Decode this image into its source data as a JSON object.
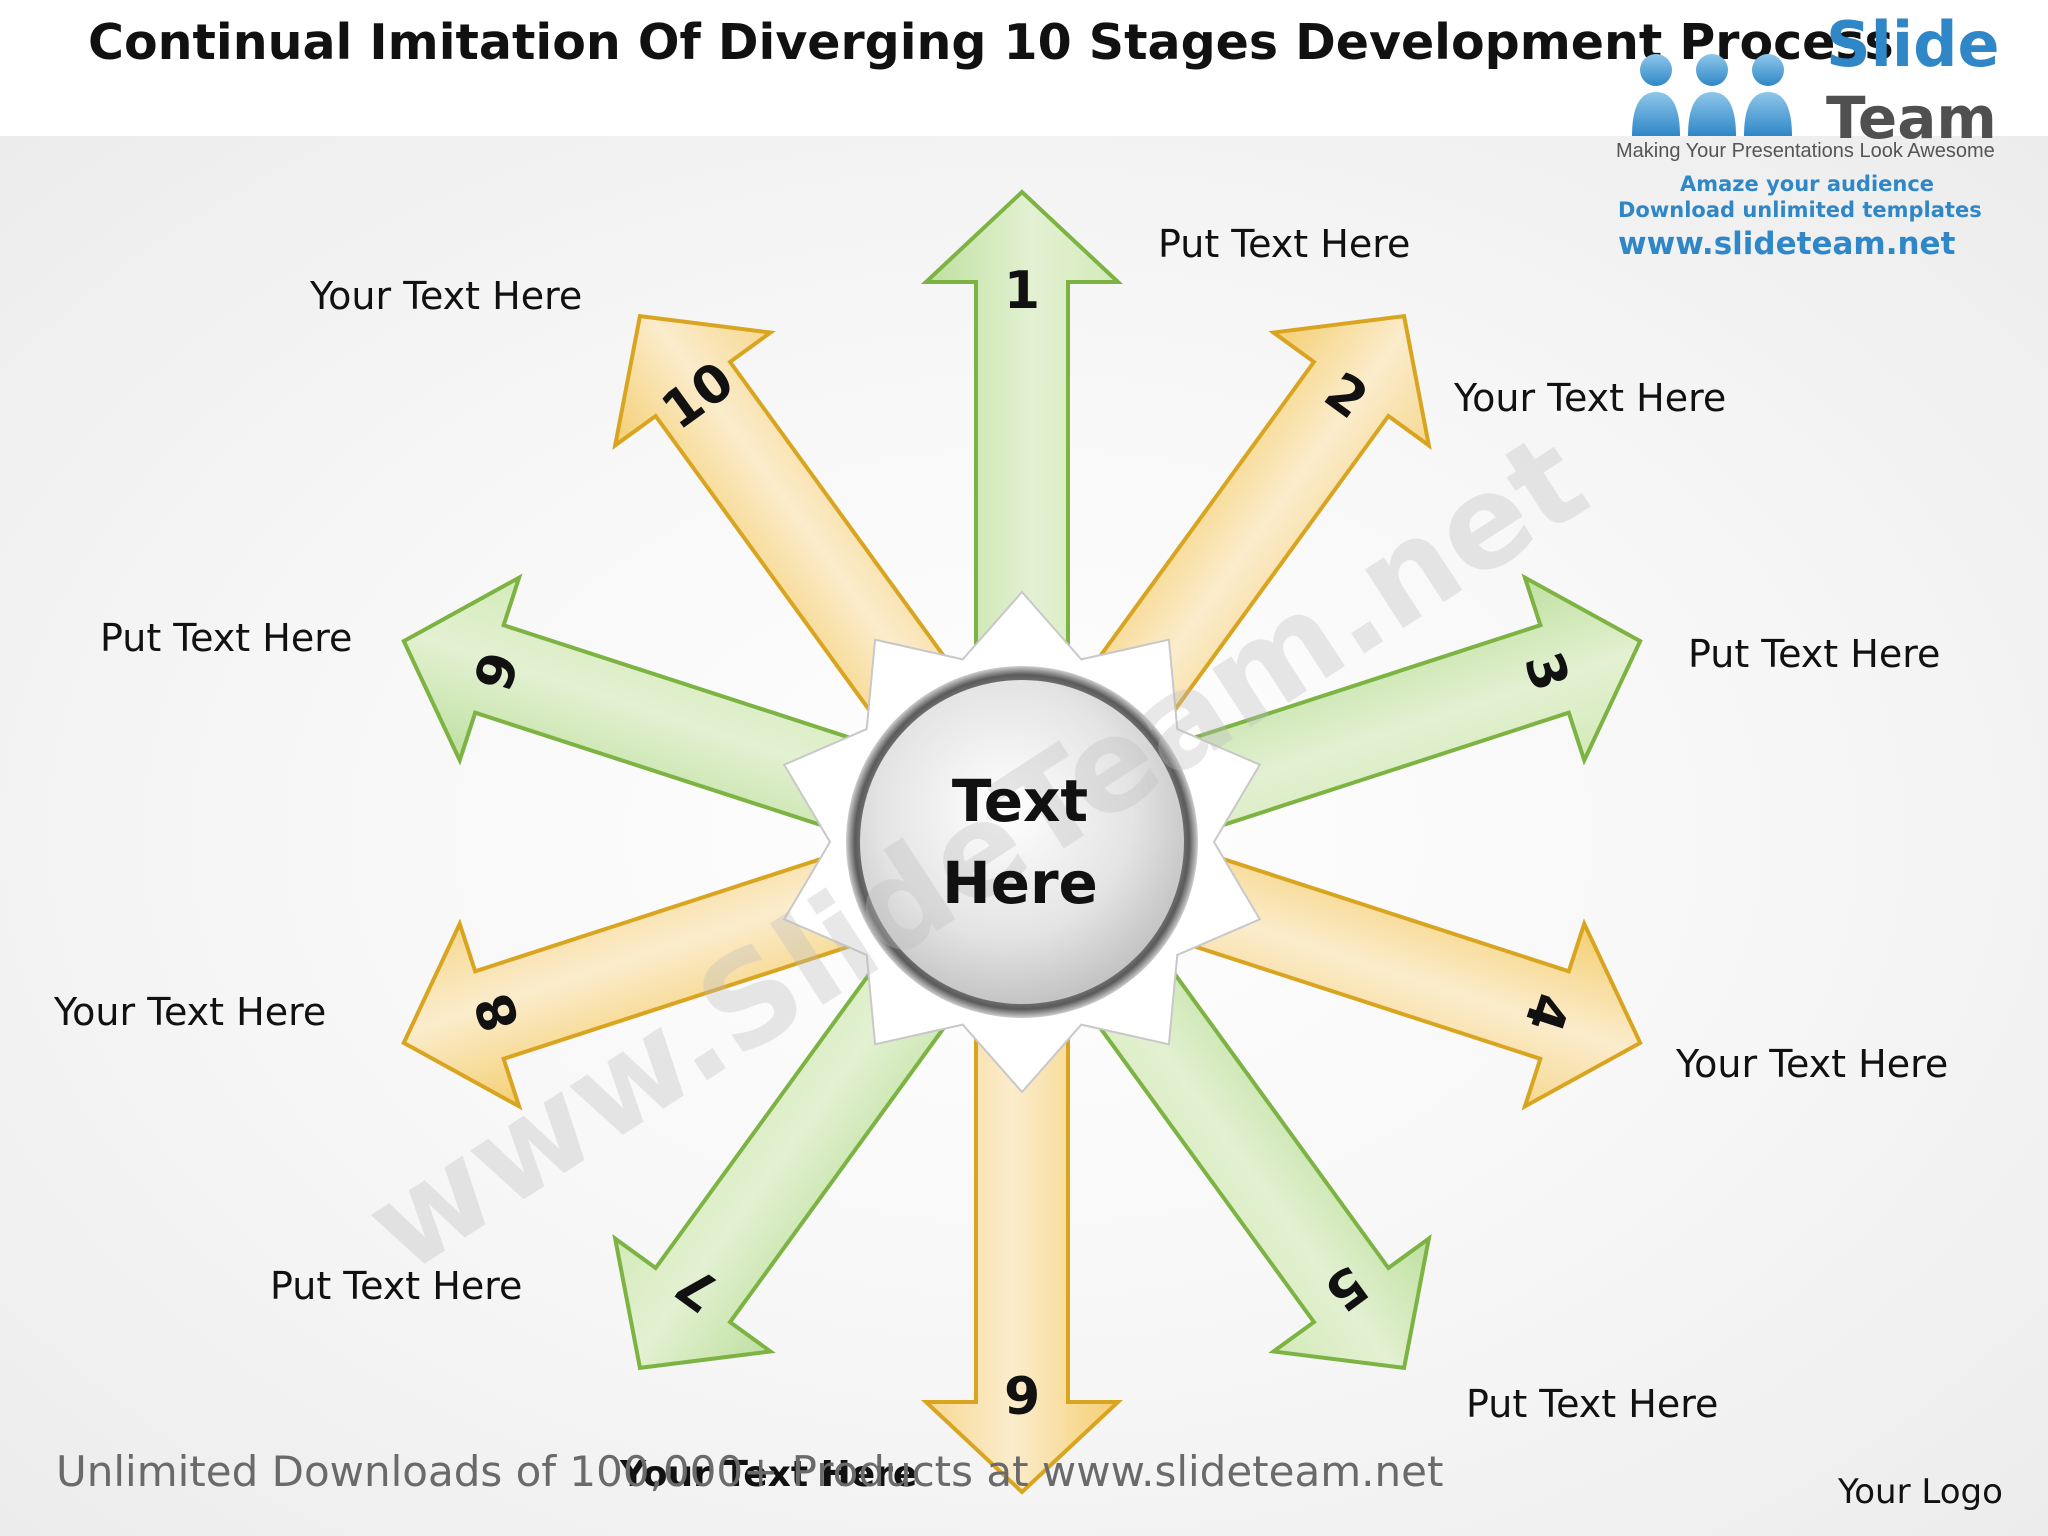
{
  "title": "Continual Imitation Of Diverging 10 Stages Development Process",
  "center": {
    "line1": "Text",
    "line2": "Here"
  },
  "stages": [
    {
      "number": "1",
      "label": "Put Text  Here",
      "color": "green"
    },
    {
      "number": "2",
      "label": "Your Text  Here",
      "color": "yellow"
    },
    {
      "number": "3",
      "label": "Put Text  Here",
      "color": "green"
    },
    {
      "number": "4",
      "label": "Your Text  Here",
      "color": "yellow"
    },
    {
      "number": "5",
      "label": "Put Text  Here",
      "color": "green"
    },
    {
      "number": "6",
      "label": "Your Text  Here",
      "color": "yellow"
    },
    {
      "number": "7",
      "label": "Put Text  Here",
      "color": "green"
    },
    {
      "number": "8",
      "label": "Your Text  Here",
      "color": "yellow"
    },
    {
      "number": "9",
      "label": "Put Text  Here",
      "color": "green"
    },
    {
      "number": "10",
      "label": "Your Text  Here",
      "color": "yellow"
    }
  ],
  "colors": {
    "green_fill_light": "#eaf4dc",
    "green_fill_dark": "#bfe0a0",
    "green_stroke": "#7cb342",
    "yellow_fill_light": "#fbefcf",
    "yellow_fill_dark": "#f4cf72",
    "yellow_stroke": "#d9a520"
  },
  "logo": {
    "brand_top": "Slide",
    "brand_bottom": "Team",
    "tagline": "Making Your Presentations Look Awesome",
    "line1": "Amaze your audience",
    "line2": "Download unlimited templates",
    "url": "www.slideteam.net"
  },
  "watermark": "www.SlideTeam.net",
  "footer": "Unlimited Downloads of 100,000+ Products at www.slideteam.net",
  "your_logo": "Your Logo"
}
